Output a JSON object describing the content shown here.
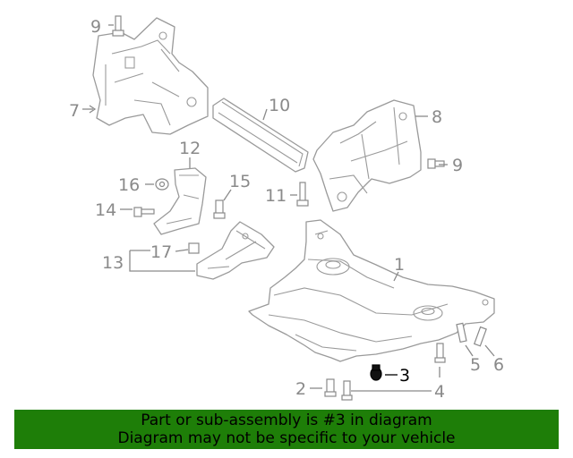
{
  "callouts": {
    "c1": "1",
    "c2": "2",
    "c3": "3",
    "c4a": "4",
    "c4b": "4",
    "c5": "5",
    "c6": "6",
    "c7": "7",
    "c8": "8",
    "c9a": "9",
    "c9b": "9",
    "c10": "10",
    "c11": "11",
    "c12": "12",
    "c13": "13",
    "c14": "14",
    "c15": "15",
    "c16": "16",
    "c17": "17"
  },
  "highlight_part": "3",
  "footer": {
    "line1": "Part or sub-assembly is #3 in diagram",
    "line2": "Diagram may not be specific to your vehicle"
  },
  "colors": {
    "banner": "#1e7e08",
    "line_art": "#9a9a9a",
    "highlight": "#000000"
  }
}
